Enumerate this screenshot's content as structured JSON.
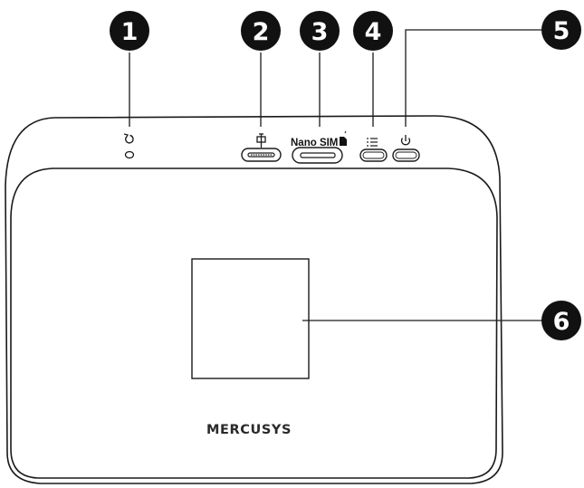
{
  "callouts": [
    {
      "number": "1",
      "target": "reset"
    },
    {
      "number": "2",
      "target": "usb-c-port"
    },
    {
      "number": "3",
      "target": "nano-sim-slot"
    },
    {
      "number": "4",
      "target": "menu-button"
    },
    {
      "number": "5",
      "target": "power-button"
    },
    {
      "number": "6",
      "target": "screen"
    }
  ],
  "device": {
    "sim_label": "Nano SIM",
    "brand": "MERCUSYS"
  },
  "icons": [
    "reset-icon",
    "usb-c-icon",
    "sim-icon",
    "menu-icon",
    "power-icon"
  ],
  "colors": {
    "line": "#1a1a1a",
    "callout_fill": "#111111",
    "background": "#ffffff"
  }
}
